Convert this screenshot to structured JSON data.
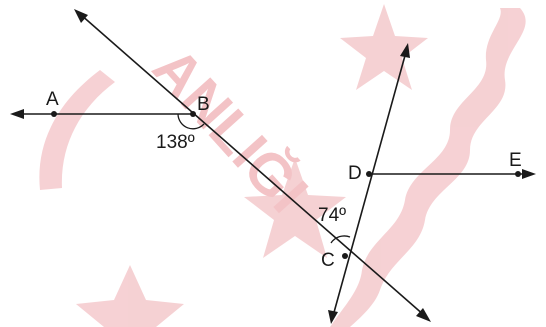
{
  "points": {
    "A": "A",
    "B": "B",
    "C": "C",
    "D": "D",
    "E": "E"
  },
  "angles": {
    "angle_b": "138º",
    "angle_c": "74º"
  },
  "watermark": {
    "text": "ANLIĞI",
    "color": "#f2b9bd"
  },
  "colors": {
    "line": "#1a1a1a",
    "watermark": "#f4c9cc"
  }
}
